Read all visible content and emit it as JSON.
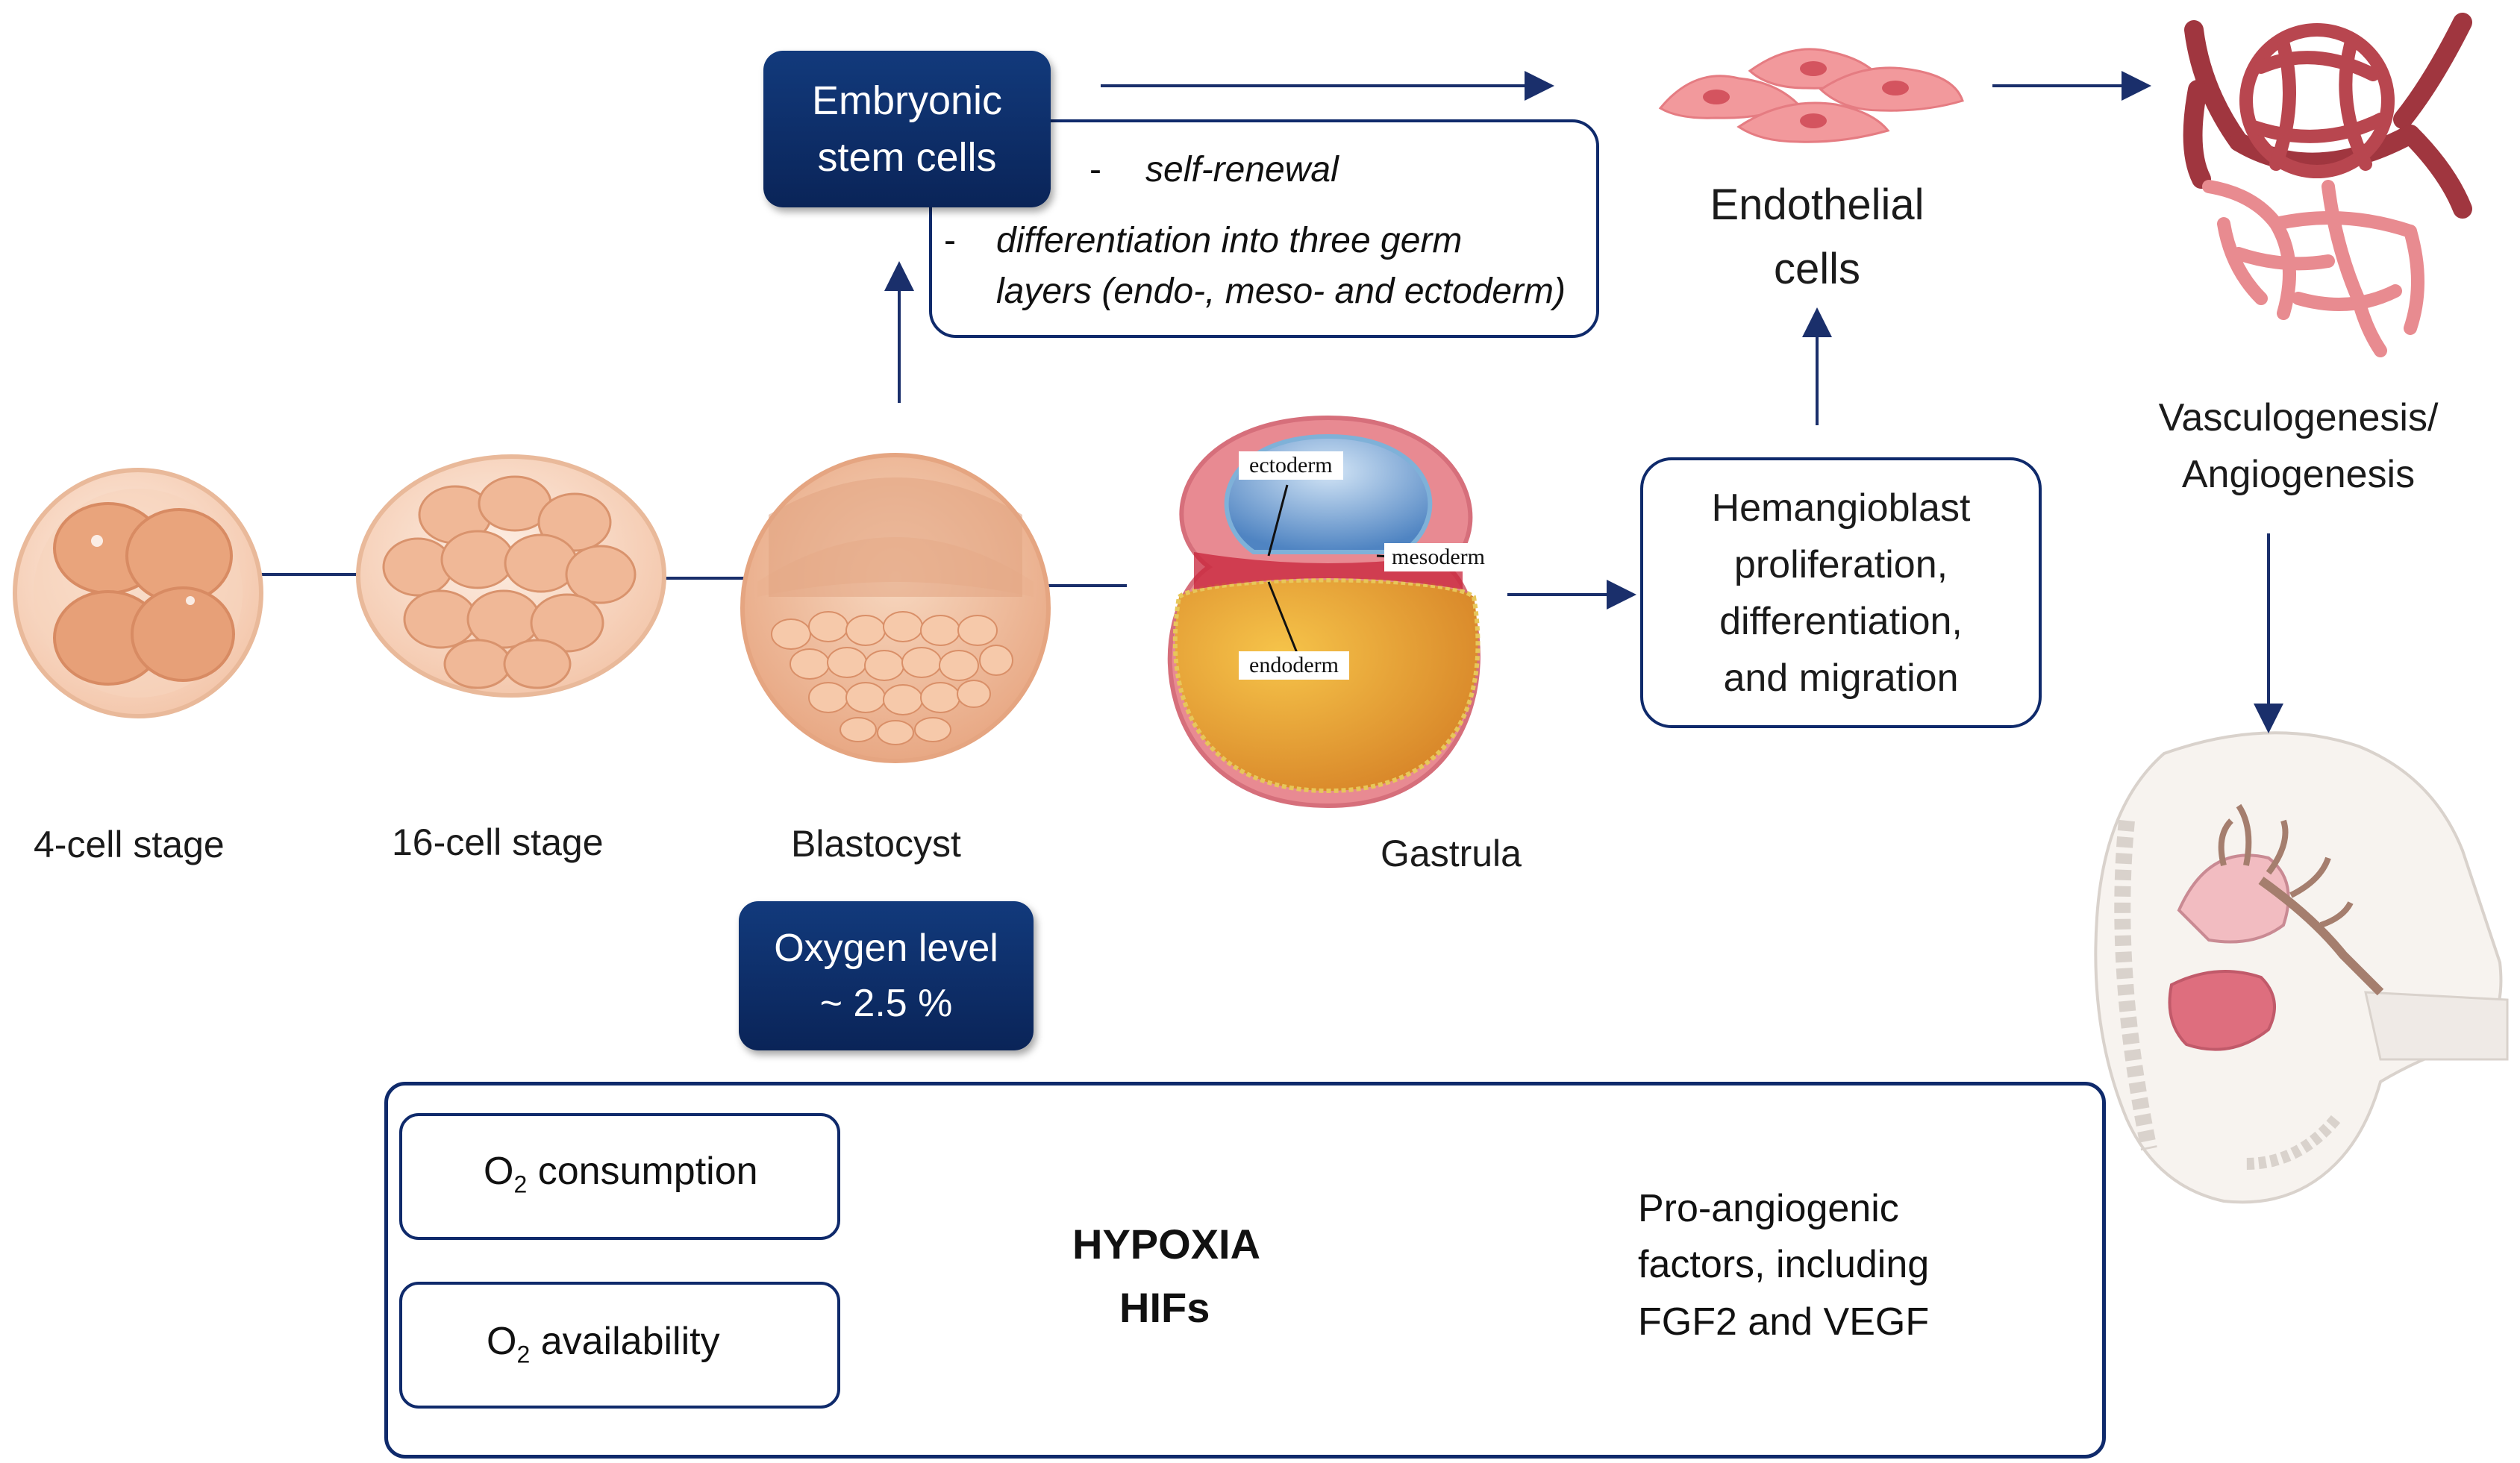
{
  "stages": {
    "four_cell": "4-cell stage",
    "sixteen_cell": "16-cell stage",
    "blastocyst": "Blastocyst",
    "gastrula": "Gastrula"
  },
  "gastrula_labels": {
    "ectoderm": "ectoderm",
    "mesoderm": "mesoderm",
    "endoderm": "endoderm"
  },
  "esc_box": {
    "line1": "Embryonic",
    "line2": "stem cells"
  },
  "esc_properties": {
    "dash1": "-",
    "item1": "self-renewal",
    "dash2": "-",
    "item2_line1": "differentiation into three germ",
    "item2_line2": "layers (endo-, meso- and ectoderm)"
  },
  "endothelial": {
    "line1": "Endothelial",
    "line2": "cells"
  },
  "hemangioblast": {
    "line1": "Hemangioblast",
    "line2": "proliferation,",
    "line3": "differentiation,",
    "line4": "and migration"
  },
  "vasculo": {
    "line1": "Vasculogenesis/",
    "line2": "Angiogenesis"
  },
  "oxygen": {
    "line1": "Oxygen level",
    "line2": "~ 2.5 %"
  },
  "hypoxia_panel": {
    "consumption_o": "O",
    "consumption_sub": "2",
    "consumption_rest": " consumption",
    "availability_o": "O",
    "availability_sub": "2",
    "availability_rest": " availability",
    "hypoxia": "HYPOXIA",
    "hifs": "HIFs",
    "factors_line1": "Pro-angiogenic",
    "factors_line2": "factors, including",
    "factors_line3": "FGF2 and VEGF"
  },
  "colors": {
    "navy": "#0f2a6b",
    "arrow": "#1a2f6b",
    "embryo_skin": "#f3c3a4",
    "endothelial_pink": "#f08f92",
    "vessel_red": "#b7434d"
  }
}
